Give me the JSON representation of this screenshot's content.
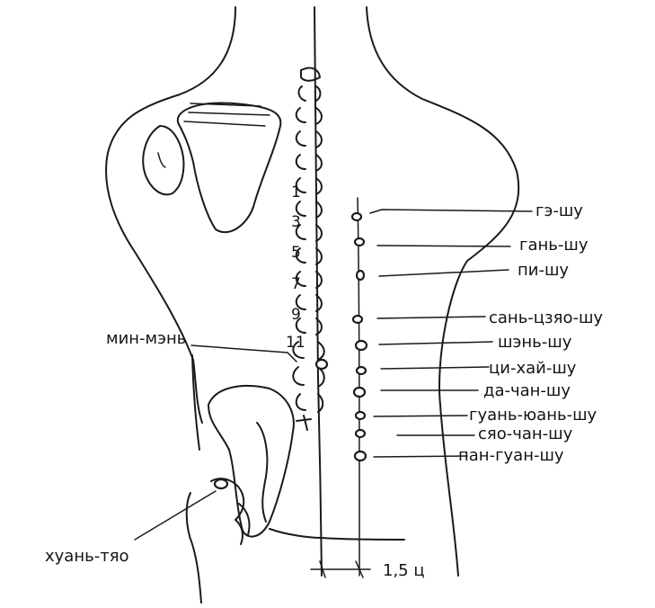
{
  "vertebra_numbers": [
    "1",
    "3",
    "5",
    "7",
    "9",
    "11"
  ],
  "points": [
    {
      "label": "гэ-шу"
    },
    {
      "label": "гань-шу"
    },
    {
      "label": "пи-шу"
    },
    {
      "label": "сань-цзяо-шу"
    },
    {
      "label": "шэнь-шу"
    },
    {
      "label": "ци-хай-шу"
    },
    {
      "label": "да-чан-шу"
    },
    {
      "label": "гуань-юань-шу"
    },
    {
      "label": "сяо-чан-шу"
    },
    {
      "label": "пан-гуан-шу"
    }
  ],
  "left_labels": {
    "min_men": "мин-мэнь",
    "huan_tiao": "хуань-тяо"
  },
  "measure_label": "1,5 ц"
}
